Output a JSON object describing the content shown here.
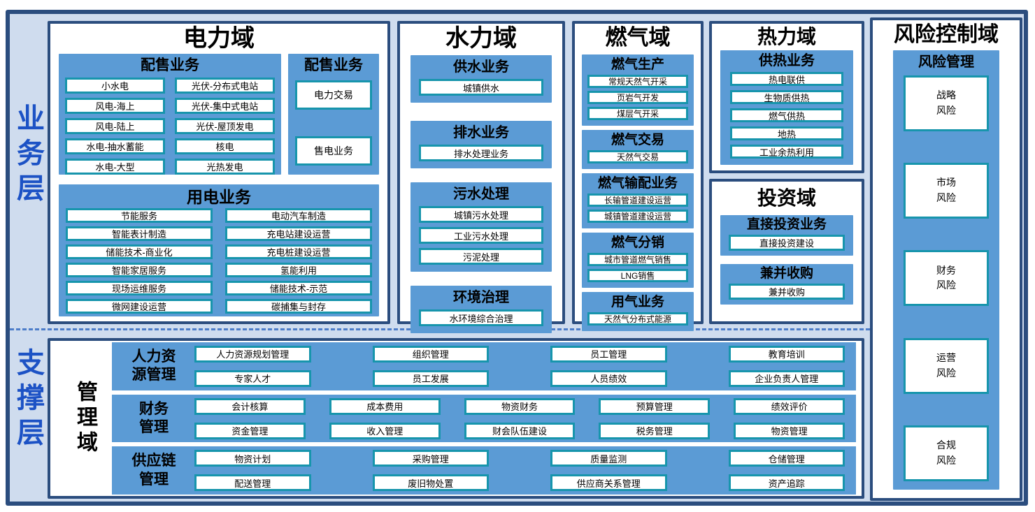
{
  "layers": {
    "business": "业务层",
    "support": "支撑层"
  },
  "colors": {
    "frame_fill": "#cfdcee",
    "frame_border": "#2b4d7e",
    "panel_blue": "#5b9bd5",
    "item_border_teal": "#1795ac",
    "layer_label_blue": "#1c52c5",
    "divider_blue": "#4d7dc9"
  },
  "domains": {
    "power": {
      "title": "电力域",
      "retail": {
        "header": "配售业务",
        "items": [
          "小水电",
          "光伏-分布式电站",
          "风电-海上",
          "光伏-集中式电站",
          "风电-陆上",
          "光伏-屋顶发电",
          "水电-抽水蓄能",
          "核电",
          "水电-大型",
          "光热发电"
        ]
      },
      "trading": {
        "header": "配售业务",
        "items": [
          "电力交易",
          "售电业务"
        ]
      },
      "consumption": {
        "header": "用电业务",
        "items": [
          "节能服务",
          "电动汽车制造",
          "智能表计制造",
          "充电站建设运营",
          "储能技术-商业化",
          "充电桩建设运营",
          "智能家居服务",
          "氢能利用",
          "现场运维服务",
          "储能技术-示范",
          "微网建设运营",
          "碳捕集与封存"
        ]
      }
    },
    "water": {
      "title": "水力域",
      "panels": [
        {
          "header": "供水业务",
          "items": [
            "城镇供水"
          ]
        },
        {
          "header": "排水业务",
          "items": [
            "排水处理业务"
          ]
        },
        {
          "header": "污水处理",
          "items": [
            "城镇污水处理",
            "工业污水处理",
            "污泥处理"
          ]
        },
        {
          "header": "环境治理",
          "items": [
            "水环境综合治理"
          ]
        }
      ]
    },
    "gas": {
      "title": "燃气域",
      "panels": [
        {
          "header": "燃气生产",
          "items": [
            "常规天然气开采",
            "页岩气开发",
            "煤层气开采"
          ]
        },
        {
          "header": "燃气交易",
          "items": [
            "天然气交易"
          ]
        },
        {
          "header": "燃气输配业务",
          "items": [
            "长输管道建设运营",
            "城镇管道建设运营"
          ]
        },
        {
          "header": "燃气分销",
          "items": [
            "城市管道燃气销售",
            "LNG销售"
          ]
        },
        {
          "header": "用气业务",
          "items": [
            "天然气分布式能源"
          ]
        }
      ]
    },
    "heat": {
      "title": "热力域",
      "panel": {
        "header": "供热业务",
        "items": [
          "热电联供",
          "生物质供热",
          "燃气供热",
          "地热",
          "工业余热利用"
        ]
      }
    },
    "invest": {
      "title": "投资域",
      "panels": [
        {
          "header": "直接投资业务",
          "items": [
            "直接投资建设"
          ]
        },
        {
          "header": "兼并收购",
          "items": [
            "兼并收购"
          ]
        }
      ]
    },
    "risk": {
      "title": "风险控制域",
      "panel": {
        "header": "风险管理",
        "items": [
          "战略\n风险",
          "市场\n风险",
          "财务\n风险",
          "运营\n风险",
          "合规\n风险"
        ]
      }
    },
    "management": {
      "title": "管理域",
      "rows": [
        {
          "label": "人力资\n源管理",
          "items": [
            "人力资源规划管理",
            "组织管理",
            "员工管理",
            "教育培训",
            "专家人才",
            "员工发展",
            "人员绩效",
            "企业负责人管理"
          ]
        },
        {
          "label": "财务\n管理",
          "items": [
            "会计核算",
            "成本费用",
            "物资财务",
            "预算管理",
            "绩效评价",
            "资金管理",
            "收入管理",
            "财会队伍建设",
            "税务管理",
            "物资管理"
          ]
        },
        {
          "label": "供应链\n管理",
          "items": [
            "物资计划",
            "采购管理",
            "质量监测",
            "仓储管理",
            "配送管理",
            "废旧物处置",
            "供应商关系管理",
            "资产追踪"
          ]
        }
      ]
    }
  }
}
